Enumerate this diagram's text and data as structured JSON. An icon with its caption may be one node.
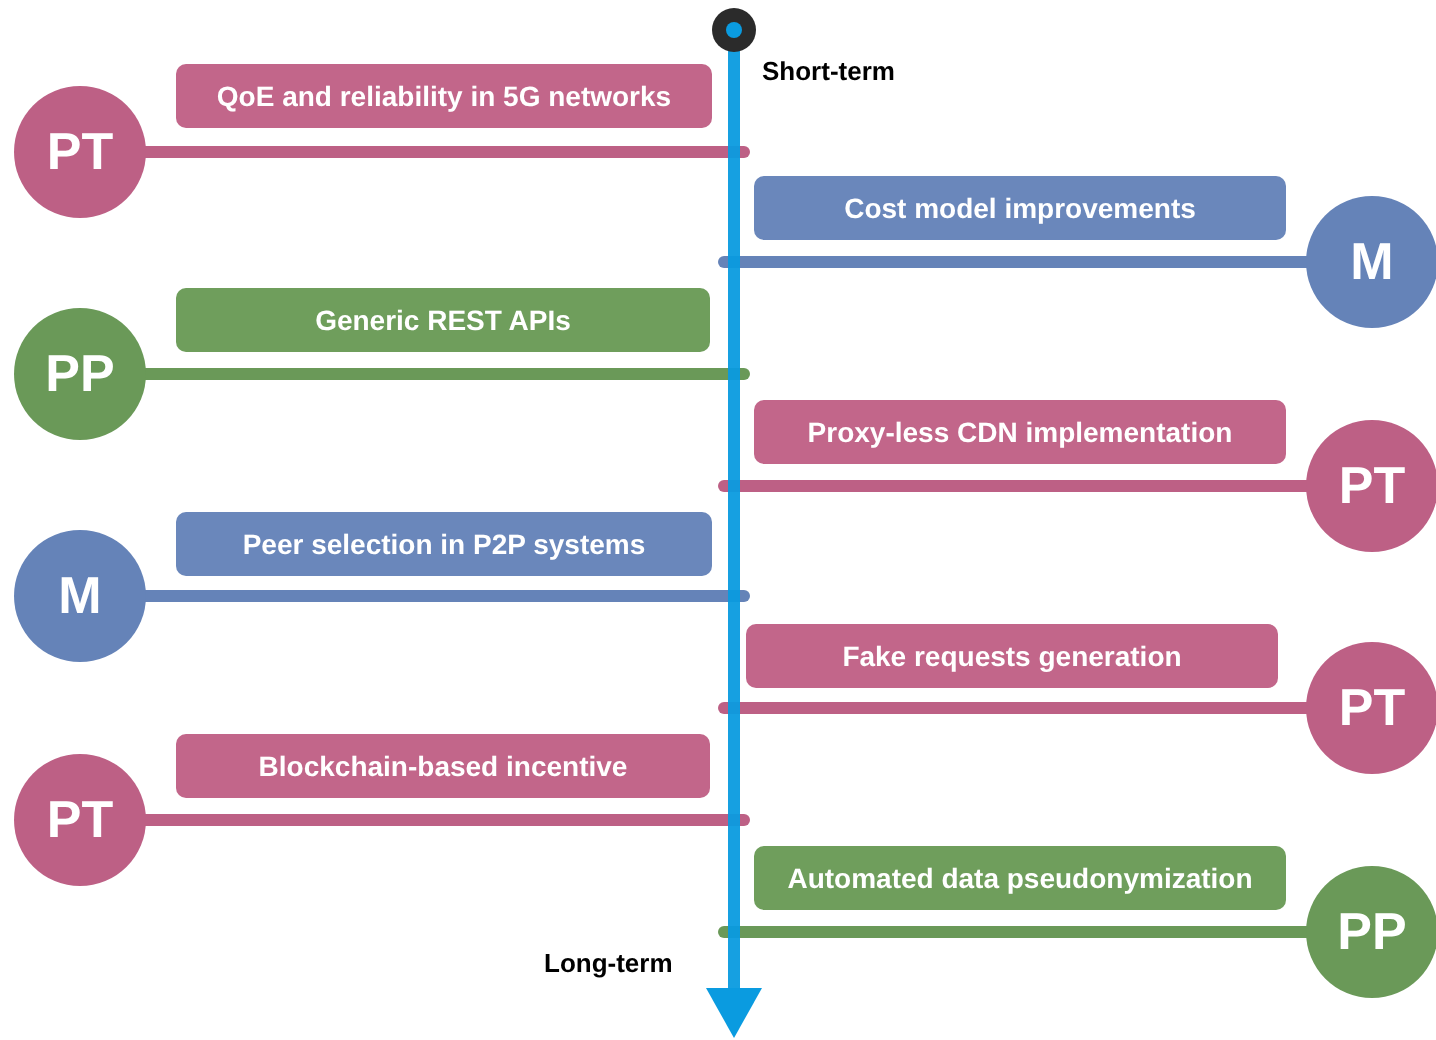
{
  "diagram": {
    "nodes": [
      {
        "text": [
          "QoE and reliability in 5G networks"
        ]
      },
      {
        "text": [
          "PT"
        ]
      },
      {
        "text": [
          "Cost model improvements"
        ]
      },
      {
        "text": [
          "M"
        ]
      },
      {
        "text": [
          "Generic REST APIs"
        ]
      },
      {
        "text": [
          "PP"
        ]
      },
      {
        "text": [
          "Proxy-less CDN implementation"
        ]
      },
      {
        "text": [
          "PT"
        ]
      },
      {
        "text": [
          "Peer selection in P2P systems"
        ]
      },
      {
        "text": [
          "M"
        ]
      },
      {
        "text": [
          "Fake requests generation"
        ]
      },
      {
        "text": [
          "PT"
        ]
      },
      {
        "text": [
          "Blockchain-based incentive"
        ]
      },
      {
        "text": [
          "PT"
        ]
      },
      {
        "text": [
          "Automated data pseudonymization"
        ]
      },
      {
        "text": [
          "PP"
        ]
      }
    ],
    "edges": [
      {
        "from": 1,
        "to": null,
        "arrow": "none"
      },
      {
        "from": 3,
        "to": null,
        "arrow": "none"
      },
      {
        "from": 5,
        "to": null,
        "arrow": "none"
      },
      {
        "from": 7,
        "to": null,
        "arrow": "none"
      },
      {
        "from": 9,
        "to": null,
        "arrow": "none"
      },
      {
        "from": 11,
        "to": null,
        "arrow": "none"
      },
      {
        "from": 13,
        "to": null,
        "arrow": "none"
      },
      {
        "from": 15,
        "to": null,
        "arrow": "none"
      }
    ],
    "labels": [
      "Short-term",
      "Long-term"
    ]
  }
}
